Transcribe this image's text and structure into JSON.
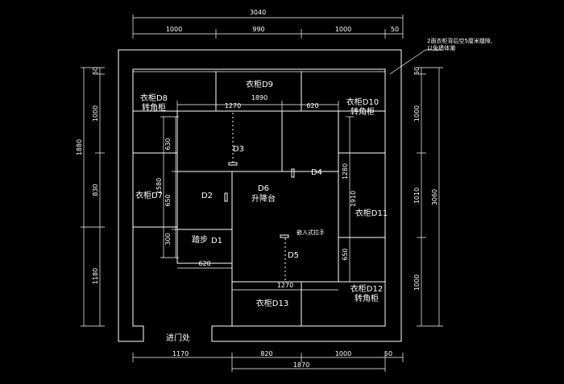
{
  "dimensions": {
    "top_total": "3040",
    "top_1": "1000",
    "top_2": "990",
    "top_3": "1000",
    "top_4": "50",
    "inner_top": "1890",
    "inner_1270": "1270",
    "inner_620": "620",
    "left_50": "50",
    "left_1000": "1000",
    "left_1880": "1880",
    "left_630": "630",
    "left_830": "830",
    "left_1580": "1580",
    "left_650": "650",
    "left_300": "300",
    "left_1180": "1180",
    "d1_620": "620",
    "right_1280": "1280",
    "right_1910": "1910",
    "right_650": "650",
    "bottom_inner_1270": "1270",
    "far_right_50": "50",
    "far_right_1000a": "1000",
    "far_right_1010": "1010",
    "far_right_3060": "3060",
    "far_right_1000b": "1000",
    "bottom_1170": "1170",
    "bottom_820": "820",
    "bottom_1000": "1000",
    "bottom_50": "50",
    "bottom_1870": "1870"
  },
  "labels": {
    "wardrobe_d8": "衣柜D8",
    "corner_d8": "转角柜",
    "wardrobe_d9": "衣柜D9",
    "wardrobe_d10": "衣柜D10",
    "corner_d10": "转角柜",
    "wardrobe_d7": "衣柜D7",
    "wardrobe_d11": "衣柜D11",
    "wardrobe_d12": "衣柜D12",
    "corner_d12": "转角柜",
    "wardrobe_d13": "衣柜D13",
    "d2": "D2",
    "d3": "D3",
    "d4": "D4",
    "d5": "D5",
    "d6": "D6",
    "lift_table": "升降台",
    "step": "踏步",
    "d1": "D1",
    "embedded_handle": "嵌入式拉手",
    "entrance": "进门处",
    "note_line1": "2面衣柜背后空5厘米缝隙,",
    "note_line2": "以免墙体潮"
  },
  "colors": {
    "background": "#000000",
    "lines": "#ffffff"
  }
}
